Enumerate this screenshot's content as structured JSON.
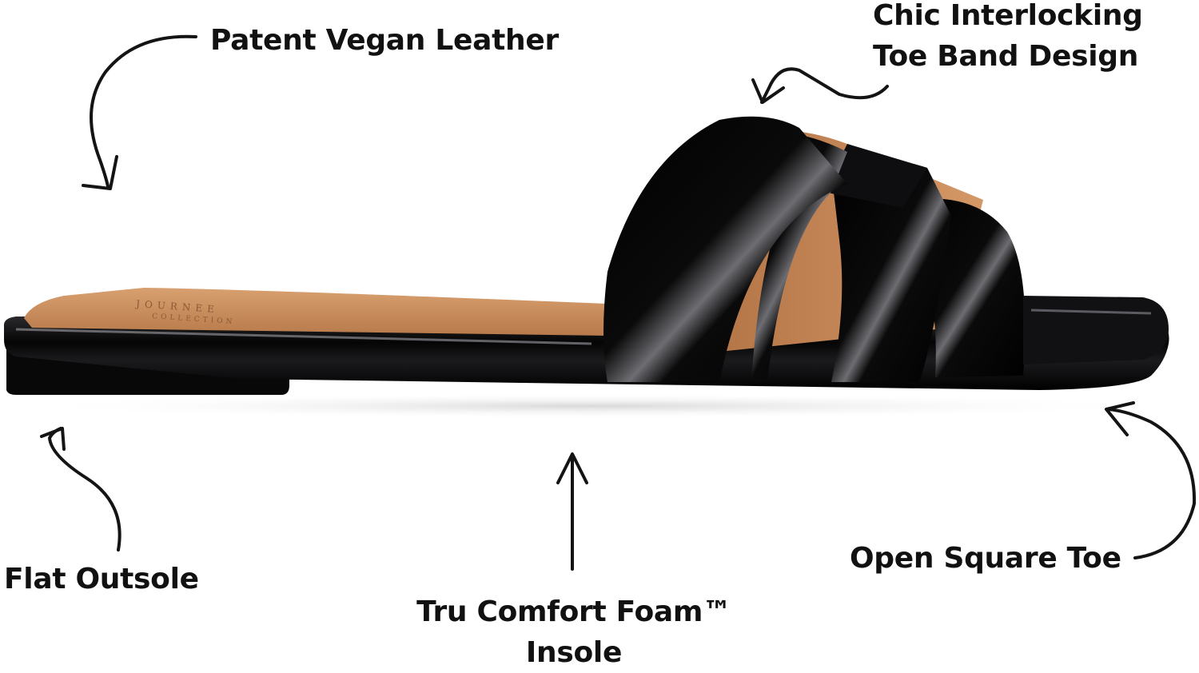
{
  "callouts": {
    "patent": "Patent Vegan Leather",
    "chic_line1": "Chic Interlocking",
    "chic_line2": "Toe Band Design",
    "flat": "Flat Outsole",
    "toe": "Open Square Toe",
    "foam_line1": "Tru Comfort Foam™",
    "foam_line2": "Insole"
  },
  "product_image": {
    "insole_brand_line1": "JOURNEE",
    "insole_brand_line2": "COLLECTION"
  },
  "colors": {
    "patent_black": "#0b0b0c",
    "insole_tan": "#c98f5e",
    "arrow": "#141414"
  }
}
